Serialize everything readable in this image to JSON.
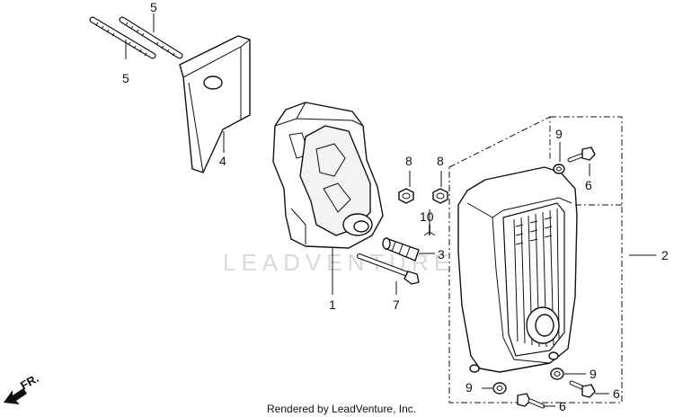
{
  "diagram": {
    "watermark": "LEADVENTURE",
    "footer": "Rendered by LeadVenture, Inc.",
    "direction_label": "FR.",
    "callouts": {
      "c1": "1",
      "c2": "2",
      "c3": "3",
      "c4": "4",
      "c5a": "5",
      "c5b": "5",
      "c6a": "6",
      "c6b": "6",
      "c6c": "6",
      "c7": "7",
      "c8a": "8",
      "c8b": "8",
      "c9a": "9",
      "c9b": "9",
      "c9c": "9",
      "c10": "10"
    }
  }
}
